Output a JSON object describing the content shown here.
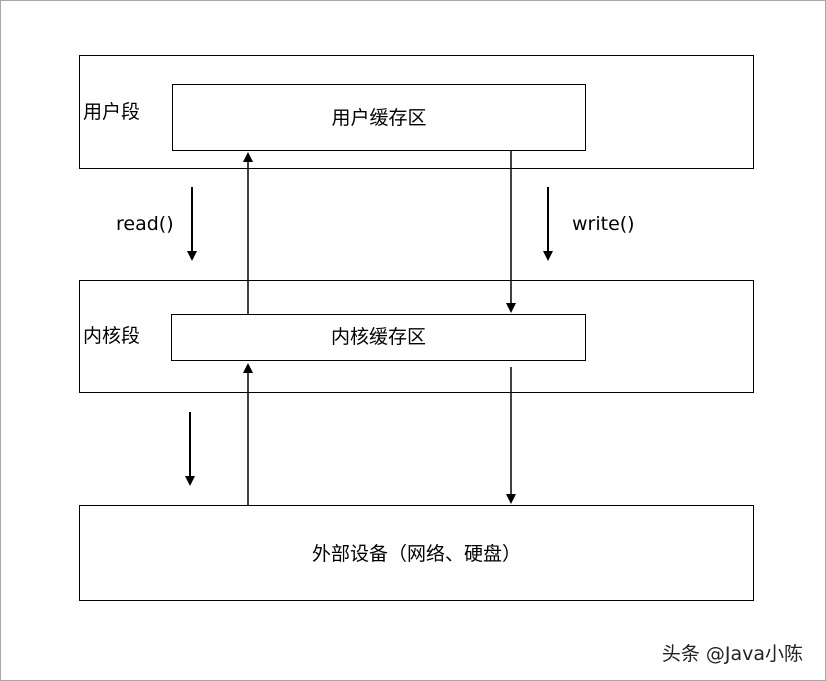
{
  "user_segment": {
    "label": "用户段",
    "buffer_label": "用户缓存区"
  },
  "kernel_segment": {
    "label": "内核段",
    "buffer_label": "内核缓存区"
  },
  "device": {
    "label": "外部设备（网络、硬盘）"
  },
  "calls": {
    "read_label": "read()",
    "write_label": "write()"
  },
  "watermark": {
    "text": "头条 @Java小陈"
  }
}
